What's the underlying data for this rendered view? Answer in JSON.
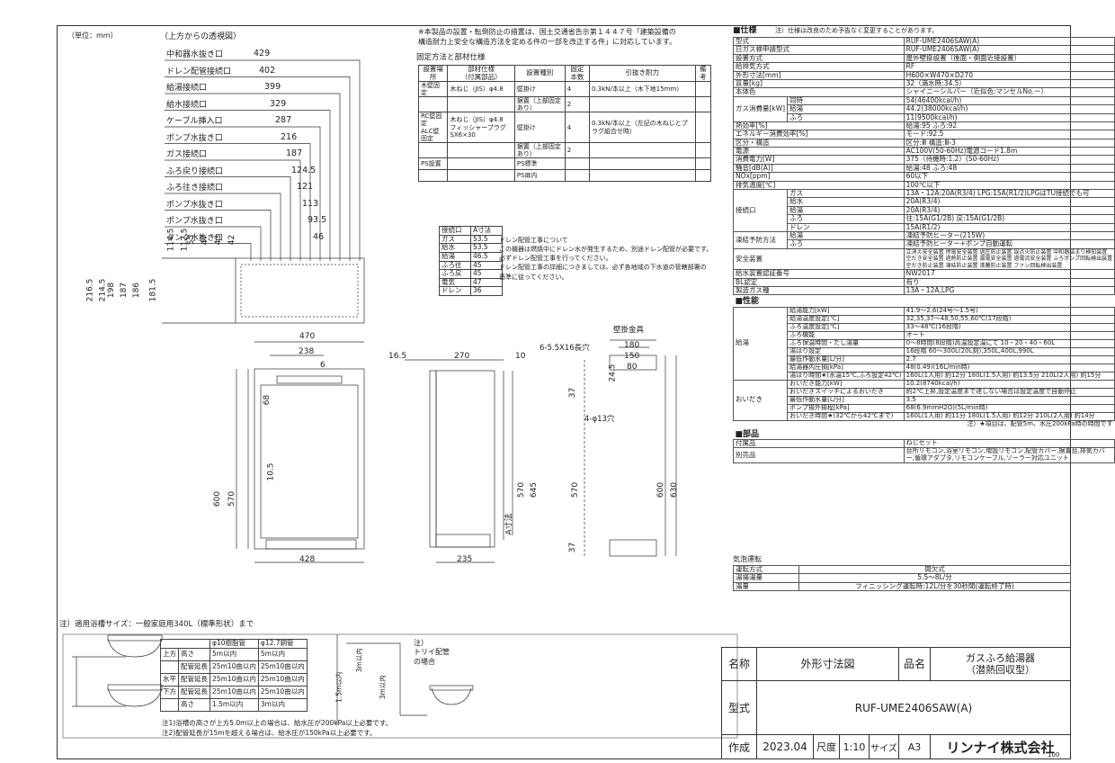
{
  "unit_label": "（単位：mm）",
  "top_view_label": "（上方からの透視図）",
  "notice": [
    "※本製品の設置・転倒防止の措置は、国土交通省告示第１４４７号「建築設備の",
    "構造耐力上安全な構造方法を定める件の一部を改正する件」に対応しています。"
  ],
  "fix_title": "固定方法と部材仕様",
  "fix_table": {
    "headers": [
      "設置場所",
      "部材仕様\n（付属部品）",
      "設置種別",
      "固定本数",
      "引抜き耐力",
      "備考"
    ],
    "rows": [
      [
        "木壁固定",
        "木ねじ（JIS）φ4.8",
        "壁掛け",
        "4",
        "0.3kN/本以上（木下地15mm）",
        ""
      ],
      [
        "",
        "",
        "据置（上部固定あり）",
        "2",
        "",
        ""
      ],
      [
        "RC壁固定\nALC壁固定",
        "木ねじ（JIS）φ4.8\nフィッシャープラグSX6×30",
        "壁掛け",
        "4",
        "0.3kN/本以上（左記の木ねじとプラグ組合せ時）",
        ""
      ],
      [
        "",
        "",
        "据置（上部固定あり）",
        "2",
        "",
        ""
      ],
      [
        "PS設置",
        "",
        "PS標準",
        "",
        "",
        ""
      ],
      [
        "",
        "",
        "PS扉内",
        "",
        "",
        ""
      ]
    ]
  },
  "dim_labels": {
    "rows": [
      {
        "label": "中和器水抜き口",
        "value": "429"
      },
      {
        "label": "ドレン配管接続口",
        "value": "402"
      },
      {
        "label": "給湯接続口",
        "value": "399"
      },
      {
        "label": "給水接続口",
        "value": "329"
      },
      {
        "label": "ケーブル挿入口",
        "value": "287"
      },
      {
        "label": "ポンプ水抜き口",
        "value": "216"
      },
      {
        "label": "ガス接続口",
        "value": "187"
      },
      {
        "label": "ふろ戻り接続口",
        "value": "124.5"
      },
      {
        "label": "ふろ往き接続口",
        "value": "121"
      },
      {
        "label": "ポンプ水抜き口",
        "value": "113"
      },
      {
        "label": "ポンプ水抜き口",
        "value": "93.5"
      },
      {
        "label": "タンク水抜き口",
        "value": "46"
      }
    ],
    "vertical": [
      "114.5",
      "112.5",
      "55",
      "47",
      "43",
      "42"
    ],
    "left_vertical": [
      "216.5",
      "214.5",
      "198",
      "187",
      "186",
      "181.5"
    ]
  },
  "a_table": {
    "header": [
      "接続口",
      "A寸法"
    ],
    "rows": [
      [
        "ガス",
        "53.5"
      ],
      [
        "給水",
        "53.5"
      ],
      [
        "給湯",
        "46.5"
      ],
      [
        "ふろ往",
        "45"
      ],
      [
        "ふろ戻",
        "45"
      ],
      [
        "電気",
        "47"
      ],
      [
        "ドレン",
        "36"
      ]
    ]
  },
  "drain_notes": [
    "ドレン配管工事について",
    "この機器は燃焼中にドレン水が発生するため、別途ドレン配管が必要です。",
    "必ずドレン配管工事を行ってください。",
    "ドレン配管工事の詳細につきましては、必ず各地域の下水道の管轄部署の",
    "基準に従ってください。"
  ],
  "front": {
    "w": "470",
    "w2": "238",
    "w3": "6",
    "h1": "600",
    "h2": "570",
    "d1": "10.5",
    "d2": "68",
    "bottom": "428"
  },
  "side": {
    "a": "16.5",
    "b": "270",
    "c": "10",
    "h1": "570",
    "h2": "645",
    "a_dim": "A寸法",
    "bottom": "235"
  },
  "back": {
    "title": "壁掛金具",
    "holes": "6-5.5X16長穴",
    "w1": "180",
    "w2": "150",
    "w3": "80",
    "d1": "24.5",
    "d2": "37",
    "hole4": "4-φ13穴",
    "h1": "570",
    "h2": "600",
    "h3": "630",
    "d3": "37"
  },
  "spec": {
    "title": "■仕様",
    "note": "注）仕様は改良のため予告なく変更することがあります。",
    "rows": [
      [
        "型式",
        "RUF-UME2406SAW(A)"
      ],
      [
        "日ガス検申請型式",
        "RUF-UME2406SAW(A)"
      ],
      [
        "設置方式",
        "屋外壁掛設置（後面・側面近接設置）"
      ],
      [
        "給排気方式",
        "RF"
      ],
      [
        "外形寸法[mm]",
        "H600×W470×D270"
      ],
      [
        "質量[kg]",
        "32（満水時:34.5）"
      ],
      [
        "本体色",
        "シャイニーシルバー（近似色:マンセルNo.ー）"
      ]
    ],
    "gas_label": "ガス消費量[kW]",
    "gas_rows": [
      [
        "同時",
        "54(46400kcal/h)"
      ],
      [
        "給湯",
        "44.2(38000kcal/h)"
      ],
      [
        "ふろ",
        "11(9500kcal/h)"
      ]
    ],
    "rows2": [
      [
        "熱効率[%]",
        "給湯:95 ふろ:92"
      ],
      [
        "エネルギー消費効率[%]",
        "モード:92.5"
      ],
      [
        "区分・構造",
        "区分:Ⅲ 構造:Ⅲ-3"
      ],
      [
        "電源",
        "AC100V(50-60Hz)電源コード1.8m"
      ],
      [
        "消費電力[W]",
        "375（待機時:1.2）(50-60Hz)"
      ],
      [
        "騒音[dB(A)]",
        "給湯:48 ふろ:48"
      ],
      [
        "NOx[ppm]",
        "60以下"
      ],
      [
        "排気温度[℃]",
        "100℃以下"
      ]
    ],
    "conn_label": "接続口",
    "conn_rows": [
      [
        "ガス",
        "13A・12A:20A(R3/4) LPG:15A(R1/2)LPGはTU接続でも可"
      ],
      [
        "給水",
        "20A(R3/4)"
      ],
      [
        "給湯",
        "20A(R3/4)"
      ],
      [
        "ふろ",
        "往:15A(G1/2B) 戻:15A(G1/2B)"
      ],
      [
        "ドレン",
        "15A(R1/2)"
      ]
    ],
    "freeze_label": "凍結予防方法",
    "freeze_rows": [
      [
        "給湯",
        "凍結予防ヒーター(215W)"
      ],
      [
        "ふろ",
        "凍結予防ヒーター+ポンプ自動運転"
      ]
    ],
    "safety_label": "安全装置",
    "safety": [
      "立消え安全装置 停電安全装置 過圧防止装置 誤点火防止装置 中和器詰まり検知装置",
      "空だき安全装置 過熱防止装置 漏電安全装置 過電流安全装置 ふろポンプ回転検出装置",
      "空だき防止装置 凍結防止装置 沸騰防止装置 ファン回転検出装置"
    ],
    "rows3": [
      [
        "給水装置認証番号",
        "NW2017"
      ],
      [
        "BL認定",
        "有り"
      ],
      [
        "製造ガス種",
        "13A・12A,LPG"
      ]
    ]
  },
  "perf": {
    "title": "■性能",
    "kyuto_label": "給湯",
    "kyuto_rows": [
      [
        "給湯能力[kW]",
        "41.9〜2.6(24号〜1.5号)"
      ],
      [
        "給湯温度設定[℃]",
        "32,35,37〜48,50,55,60℃(17段階)"
      ],
      [
        "ふろ温度設定[℃]",
        "33〜48℃(16段階)"
      ],
      [
        "ふろ機能",
        "オート"
      ],
      [
        "ふろ保温時間・たし湯量",
        "0〜8時間(8段階)高温設定温にて 10・20・40・60L"
      ],
      [
        "湯はり設定",
        "16段階 60〜300L(20L刻),350L,400L,990L"
      ],
      [
        "最低作動水量[L/分]",
        "2.7"
      ],
      [
        "給湯器内圧損[kPa]",
        "48(0.49)(16L/min時)"
      ],
      [
        "湯はり時間★(水温15℃,ふろ設定42℃)",
        "160L(1人用) 約12分 180L(1.5人用) 約13.5分 210L(2人用) 約15分"
      ]
    ],
    "oidaki_label": "おいだき",
    "oidaki_rows": [
      [
        "おいだき能力[kW]",
        "10.2(8740kcal/h)"
      ],
      [
        "おいだきスイッチによるおいだき",
        "約2℃上昇,設定温度まで達しない場合は設定温度で自動停止"
      ],
      [
        "最低作動水量[L/分]",
        "3.5"
      ],
      [
        "ポンプ揚外揚程[kPa]",
        "68(6.9mmH2O)(5L/min時)"
      ],
      [
        "おいだき時間★(32℃から42℃まで)",
        "160L(1人用) 約11分 180L(1.5人用) 約12分 210L(2人用) 約14分"
      ]
    ],
    "note": "注）★項目は、配管5m、水圧200kPa時の時間です"
  },
  "parts": {
    "title": "■部品",
    "rows": [
      [
        "付属品",
        "ねじセット"
      ],
      [
        "別売品",
        "台所リモコン,浴室リモコン,増設リモコン,配管カバー,据置台,排気カバー,循環アダプタ,リモコンケーブル,ソーラー対応ユニット"
      ]
    ]
  },
  "bath": {
    "title": "気泡運転",
    "rows": [
      [
        "運転方式",
        "間欠式"
      ],
      [
        "湯揚湯量",
        "5.5〜8L/分"
      ],
      [
        "湯量",
        "フィニッシング運転時:12L/分を30秒間(運転終了時)"
      ]
    ]
  },
  "bottom_note": "注）適用浴槽サイズ：一般家庭用340L（標準形状）まで",
  "pipe_table": {
    "h1": "φ10樹脂管",
    "h2": "φ12.7銅管",
    "rows": [
      [
        "上方",
        "高さ",
        "5m以内",
        "5m以内"
      ],
      [
        "",
        "配管延長",
        "25m10曲以内",
        "25m10曲以内"
      ],
      [
        "水平",
        "配管延長",
        "25m10曲以内",
        "25m10曲以内"
      ],
      [
        "下方",
        "配管延長",
        "25m10曲以内",
        "25m10曲以内"
      ],
      [
        "",
        "高さ",
        "1.5m以内",
        "3m以内"
      ]
    ]
  },
  "pipe_notes": [
    "注1)浴槽の高さが上方5.0m以上の場合は、給水圧が200kPa以上必要です。",
    "注2)配管延長が15mを超える場合は、給水圧が150kPa以上必要です。"
  ],
  "trap_note": [
    "注）",
    "トリイ配管",
    "の場合"
  ],
  "side_dims": [
    "1.5m以内",
    "3m以内",
    "3m以内"
  ],
  "titleblock": {
    "name_label": "名称",
    "name": "外形寸法図",
    "prod_label": "品名",
    "prod": "ガスふろ給湯器\n（潜熱回収型）",
    "model_label": "型式",
    "model": "RUF-UME2406SAW(A)",
    "made_label": "作成",
    "date": "2023.04",
    "scale_label": "尺度",
    "scale": "1:10",
    "size_label": "サイズ",
    "size": "A3",
    "company": "リンナイ株式会社",
    "page": "100"
  }
}
